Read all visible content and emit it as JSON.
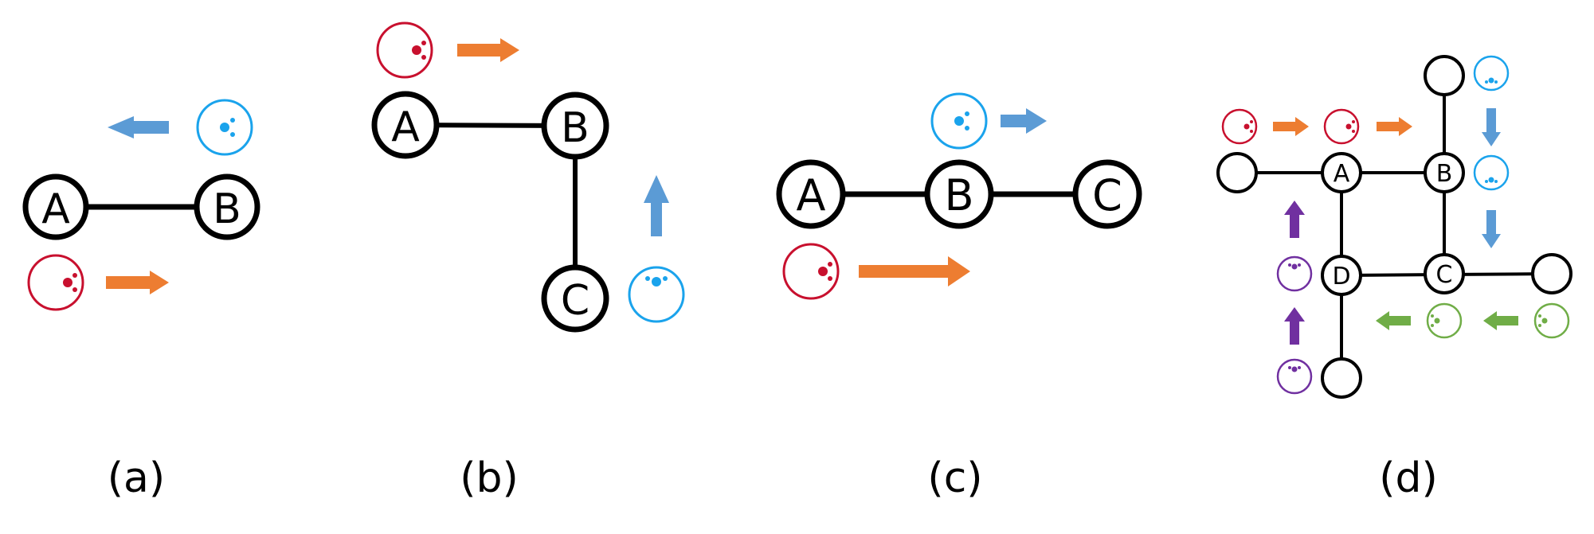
{
  "colors": {
    "edge": "#000000",
    "red": "#c8102e",
    "orange": "#ed7d31",
    "blue": "#1aa3ec",
    "blue_arrow": "#5b9bd5",
    "purple": "#7030a0",
    "green": "#70ad47"
  },
  "panels": [
    {
      "id": "a",
      "label": "(a)",
      "nodes": [
        "A",
        "B"
      ]
    },
    {
      "id": "b",
      "label": "(b)",
      "nodes": [
        "A",
        "B",
        "C"
      ]
    },
    {
      "id": "c",
      "label": "(c)",
      "nodes": [
        "A",
        "B",
        "C"
      ]
    },
    {
      "id": "d",
      "label": "(d)",
      "nodes": [
        "A",
        "B",
        "C",
        "D"
      ]
    }
  ],
  "icons": {
    "agent": "agent-token-icon",
    "direction": "direction-arrow-icon"
  }
}
